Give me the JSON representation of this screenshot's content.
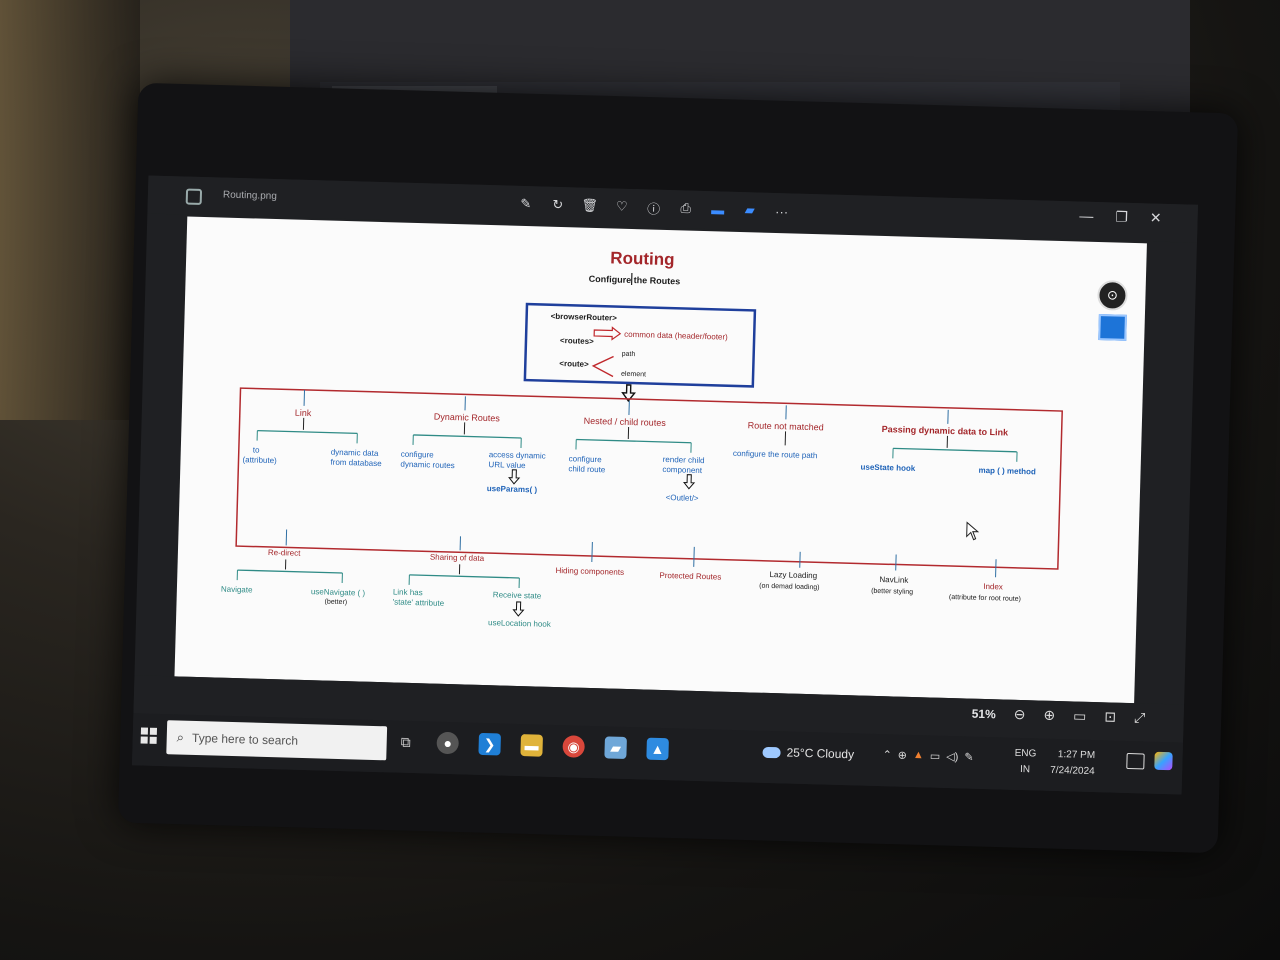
{
  "window": {
    "file_name": "Routing.png",
    "toolbar_icons": [
      "edit-icon",
      "rotate-icon",
      "delete-icon",
      "favorite-icon",
      "info-icon",
      "print-icon",
      "share-icon",
      "folder-icon",
      "more-icon"
    ],
    "more_label": "···"
  },
  "diagram": {
    "title": "Routing",
    "subtitle": "Configure the Routes",
    "config_box": {
      "browser_router": "<browserRouter>",
      "common_data": "common data (header/footer)",
      "routes": "<routes>",
      "route": "<route>",
      "path": "path",
      "element": "element"
    },
    "top_branches": [
      {
        "title": "Link",
        "children": [
          "to",
          "(attribute)",
          "dynamic data",
          "from database"
        ]
      },
      {
        "title": "Dynamic Routes",
        "children": [
          "configure",
          "dynamic routes",
          "access dynamic",
          "URL value",
          "useParams( )"
        ]
      },
      {
        "title": "Nested / child routes",
        "children": [
          "configure",
          "child route",
          "render child",
          "component",
          "<Outlet/>"
        ]
      },
      {
        "title": "Route not matched",
        "children": [
          "configure the route path"
        ]
      },
      {
        "title": "Passing dynamic data to Link",
        "children": [
          "useState hook",
          "map ( ) method"
        ]
      }
    ],
    "bottom_branches": [
      {
        "title": "Re-direct",
        "children": [
          "Navigate",
          "useNavigate ( )",
          "(better)"
        ]
      },
      {
        "title": "Sharing of data",
        "children": [
          "Link has",
          "'state' attribute",
          "Receive state",
          "useLocation hook"
        ]
      },
      {
        "title": "Hiding components",
        "children": []
      },
      {
        "title": "Protected Routes",
        "children": []
      },
      {
        "title": "Lazy Loading",
        "children": [
          "(on demad loading)"
        ]
      },
      {
        "title": "NavLink",
        "children": [
          "(better styling"
        ]
      },
      {
        "title": "Index",
        "children": [
          "(attribute for root route)"
        ]
      }
    ]
  },
  "statusbar": {
    "zoom": "51%",
    "icons": [
      "zoom-out-icon",
      "zoom-in-icon",
      "fit-icon",
      "actual-size-icon",
      "fullscreen-icon"
    ]
  },
  "taskbar": {
    "search_placeholder": "Type here to search",
    "weather": "25°C  Cloudy",
    "lang_1": "ENG",
    "lang_2": "IN",
    "time": "1:27 PM",
    "date": "7/24/2024"
  },
  "colors": {
    "red": "#a3262a",
    "blue": "#1f63b8",
    "teal": "#2f8b86",
    "box_border": "#1f3f9c"
  }
}
